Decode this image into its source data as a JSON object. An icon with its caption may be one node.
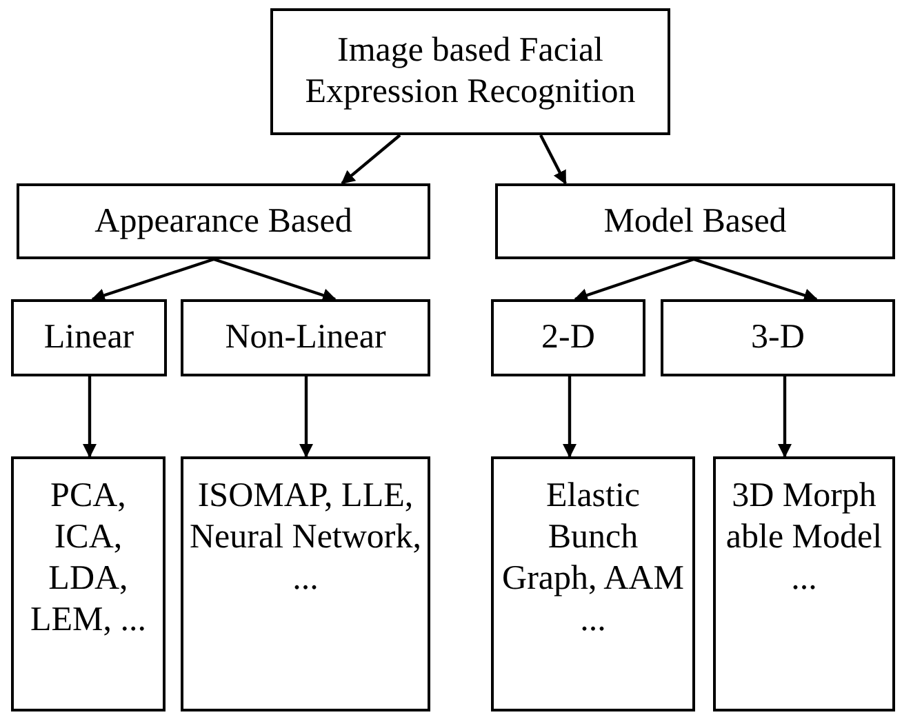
{
  "diagram": {
    "nodes": [
      {
        "text": [
          "Image based Facial Expression Recognition"
        ]
      },
      {
        "text": [
          "Appearance Based"
        ]
      },
      {
        "text": [
          "Model Based"
        ]
      },
      {
        "text": [
          "Linear"
        ]
      },
      {
        "text": [
          "Non-Linear"
        ]
      },
      {
        "text": [
          "2-D"
        ]
      },
      {
        "text": [
          "3-D"
        ]
      },
      {
        "text": [
          "PCA, ICA, LDA, LEM, ..."
        ]
      },
      {
        "text": [
          "ISOMAP, LLE, Neural Network, ..."
        ]
      },
      {
        "text": [
          "Elastic Bunch Graph, AAM ..."
        ]
      },
      {
        "text": [
          "3D Morph able Model ..."
        ]
      }
    ],
    "edges": [
      {
        "from": 0,
        "to": 1,
        "arrow": "to"
      },
      {
        "from": 0,
        "to": 2,
        "arrow": "to"
      },
      {
        "from": 1,
        "to": 3,
        "arrow": "to"
      },
      {
        "from": 1,
        "to": 4,
        "arrow": "to"
      },
      {
        "from": 2,
        "to": 5,
        "arrow": "to"
      },
      {
        "from": 2,
        "to": 6,
        "arrow": "to"
      },
      {
        "from": 3,
        "to": 7,
        "arrow": "to"
      },
      {
        "from": 4,
        "to": 8,
        "arrow": "to"
      },
      {
        "from": 5,
        "to": 9,
        "arrow": "to"
      },
      {
        "from": 6,
        "to": 10,
        "arrow": "to"
      }
    ]
  }
}
